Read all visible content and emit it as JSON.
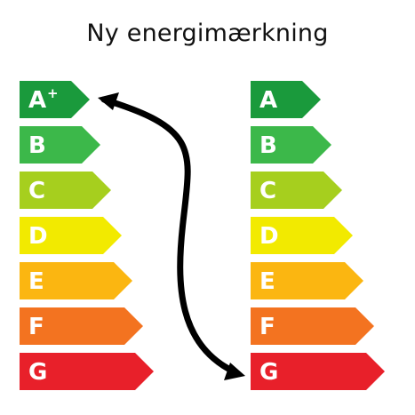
{
  "title": "Ny energimærkning",
  "old_scale": {
    "classes": [
      {
        "letter": "A",
        "sup": "+",
        "color": "#1a9a3c"
      },
      {
        "letter": "B",
        "sup": "",
        "color": "#3cb84a"
      },
      {
        "letter": "C",
        "sup": "",
        "color": "#a6cf1e"
      },
      {
        "letter": "D",
        "sup": "",
        "color": "#f2ea00"
      },
      {
        "letter": "E",
        "sup": "",
        "color": "#fbb611"
      },
      {
        "letter": "F",
        "sup": "",
        "color": "#f37320"
      },
      {
        "letter": "G",
        "sup": "",
        "color": "#e8202a"
      }
    ]
  },
  "new_scale": {
    "classes": [
      {
        "letter": "A",
        "color": "#1a9a3c"
      },
      {
        "letter": "B",
        "color": "#3cb84a"
      },
      {
        "letter": "C",
        "color": "#a6cf1e"
      },
      {
        "letter": "D",
        "color": "#f2ea00"
      },
      {
        "letter": "E",
        "color": "#fbb611"
      },
      {
        "letter": "F",
        "color": "#f37320"
      },
      {
        "letter": "G",
        "color": "#e8202a"
      }
    ]
  },
  "arrow_color": "#000000"
}
